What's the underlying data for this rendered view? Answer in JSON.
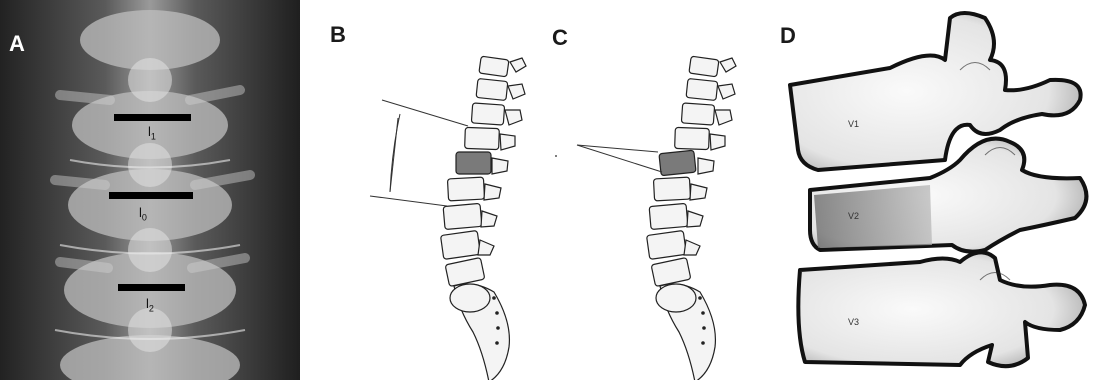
{
  "panels": {
    "a": {
      "letter": "A",
      "measures": [
        {
          "base": "l",
          "sub": "1"
        },
        {
          "base": "l",
          "sub": "0"
        },
        {
          "base": "l",
          "sub": "2"
        }
      ]
    },
    "b": {
      "letter": "B"
    },
    "c": {
      "letter": "C"
    },
    "d": {
      "letter": "D",
      "vertebrae": [
        "V1",
        "V2",
        "V3"
      ]
    }
  },
  "colors": {
    "background": "#ffffff",
    "xray_dark": "#2b2b2b",
    "bone": "#f2f2f2",
    "outline": "#111111",
    "highlight": "#6d6d6d"
  }
}
